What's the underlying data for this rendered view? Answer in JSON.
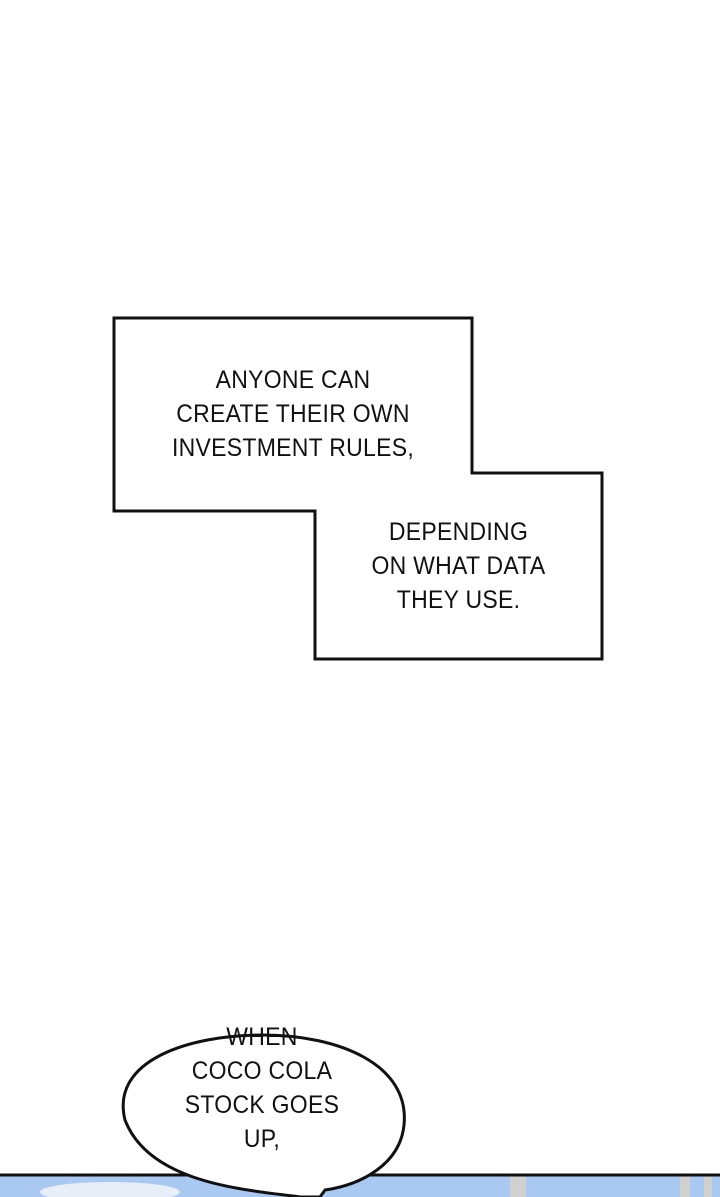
{
  "caption_box_1": {
    "lines": [
      "ANYONE CAN",
      "CREATE THEIR OWN",
      "INVESTMENT RULES,"
    ]
  },
  "caption_box_2": {
    "lines": [
      "DEPENDING",
      "ON WHAT DATA",
      "THEY USE."
    ]
  },
  "speech_bubble": {
    "lines": [
      "WHEN",
      "COCO COLA",
      "STOCK GOES",
      "UP,"
    ]
  },
  "colors": {
    "sky": "#a9c8f2",
    "border": "#111111"
  }
}
